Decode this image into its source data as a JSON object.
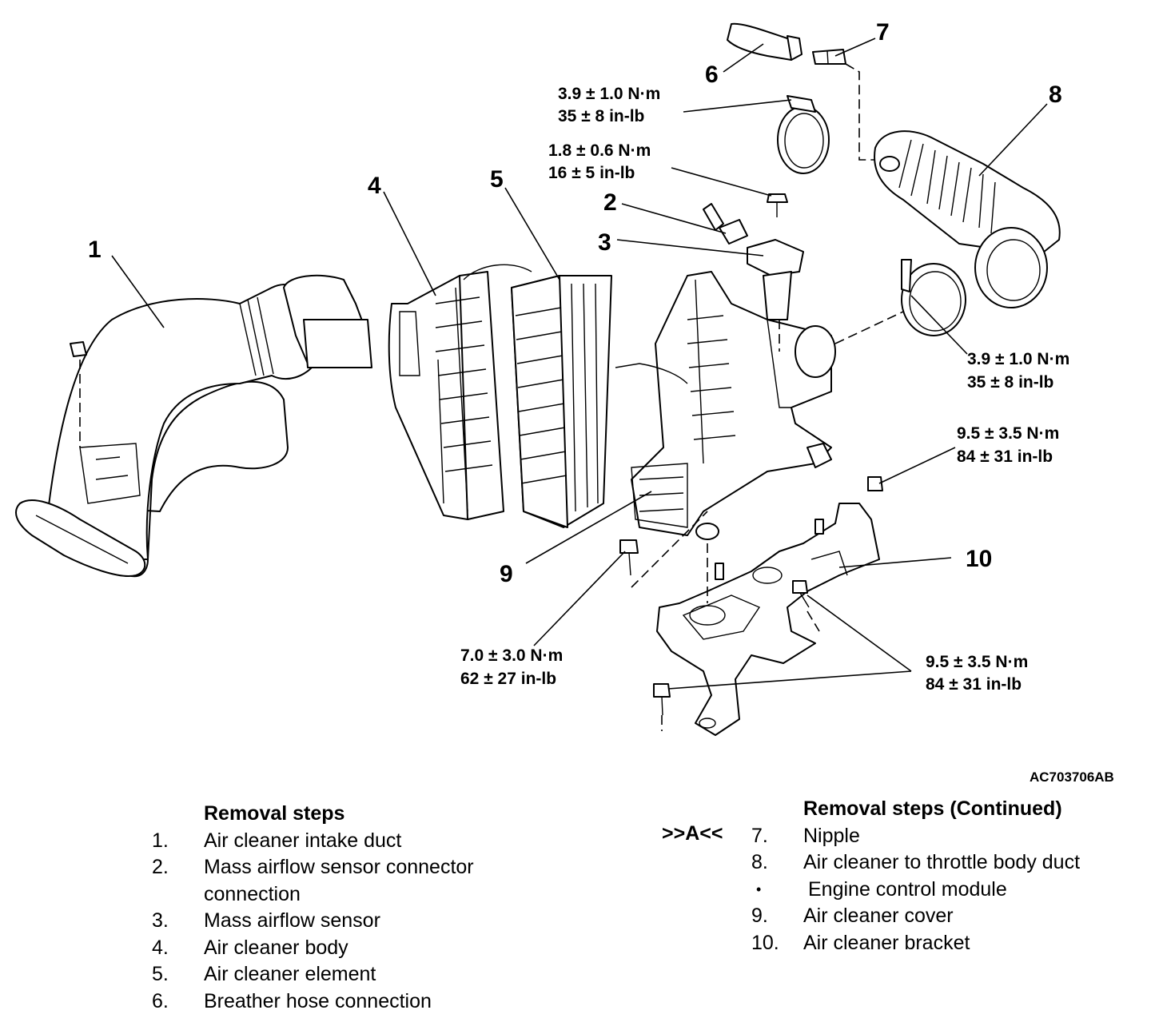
{
  "callouts": [
    "1",
    "2",
    "3",
    "4",
    "5",
    "6",
    "7",
    "8",
    "9",
    "10"
  ],
  "torque": [
    {
      "nm": "3.9 ± 1.0 N·m",
      "inlb": "35 ± 8 in-lb"
    },
    {
      "nm": "1.8 ± 0.6 N·m",
      "inlb": "16 ± 5 in-lb"
    },
    {
      "nm": "3.9 ± 1.0 N·m",
      "inlb": "35 ± 8 in-lb"
    },
    {
      "nm": "9.5 ± 3.5 N·m",
      "inlb": "84 ± 31 in-lb"
    },
    {
      "nm": "7.0 ± 3.0 N·m",
      "inlb": "62 ± 27 in-lb"
    },
    {
      "nm": "9.5 ± 3.5 N·m",
      "inlb": "84 ± 31 in-lb"
    }
  ],
  "figure_id": "AC703706AB",
  "steps_left": {
    "heading": "Removal steps",
    "items": [
      {
        "num": "1.",
        "text": "Air cleaner intake duct"
      },
      {
        "num": "2.",
        "text": "Mass airflow sensor connector connection"
      },
      {
        "num": "3.",
        "text": "Mass airflow sensor"
      },
      {
        "num": "4.",
        "text": "Air cleaner body"
      },
      {
        "num": "5.",
        "text": "Air cleaner element"
      },
      {
        "num": "6.",
        "text": "Breather hose connection"
      }
    ]
  },
  "steps_right": {
    "heading": "Removal steps (Continued)",
    "ref_mark": ">>A<<",
    "items": [
      {
        "num": "7.",
        "text": "Nipple"
      },
      {
        "num": "8.",
        "text": "Air cleaner to throttle body duct"
      },
      {
        "num": "•",
        "text": "Engine control module"
      },
      {
        "num": "9.",
        "text": "Air cleaner cover"
      },
      {
        "num": "10.",
        "text": "Air cleaner bracket"
      }
    ]
  }
}
